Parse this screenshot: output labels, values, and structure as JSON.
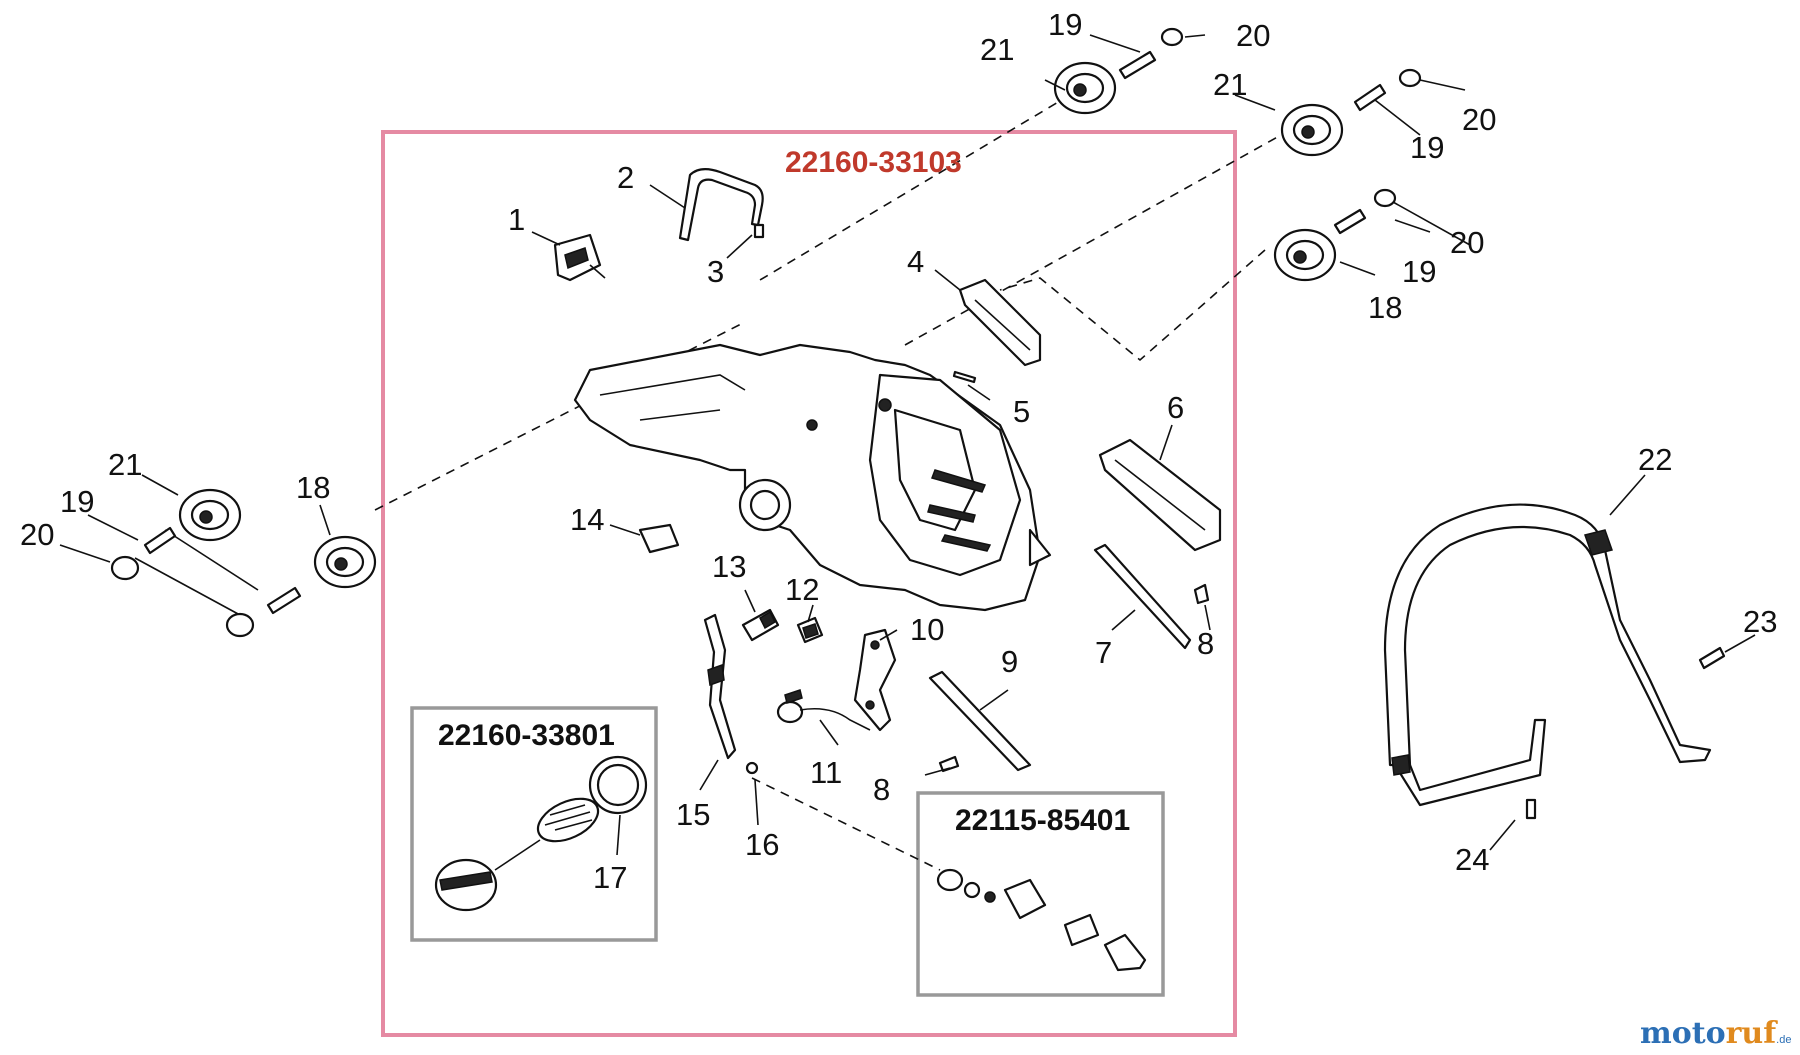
{
  "assemblies": {
    "main": "22160-33103",
    "cap": "22160-33801",
    "pump": "22115-85401"
  },
  "labels": {
    "p1": "1",
    "p2": "2",
    "p3": "3",
    "p4": "4",
    "p5": "5",
    "p6": "6",
    "p7": "7",
    "p8a": "8",
    "p8b": "8",
    "p9": "9",
    "p10": "10",
    "p11": "11",
    "p12": "12",
    "p13": "13",
    "p14": "14",
    "p15": "15",
    "p16": "16",
    "p17": "17",
    "p18a": "18",
    "p18b": "18",
    "p19a": "19",
    "p19b": "19",
    "p19c": "19",
    "p19d": "19",
    "p20a": "20",
    "p20b": "20",
    "p20c": "20",
    "p20d": "20",
    "p21a": "21",
    "p21b": "21",
    "p21c": "21",
    "p22": "22",
    "p23": "23",
    "p24": "24"
  },
  "watermark": {
    "part1": "moto",
    "part2": "ruf",
    "suffix": ".de"
  },
  "colors": {
    "main_frame": "#e58aa3",
    "sub_frame": "#999999",
    "main_partno": "#c0392b"
  }
}
